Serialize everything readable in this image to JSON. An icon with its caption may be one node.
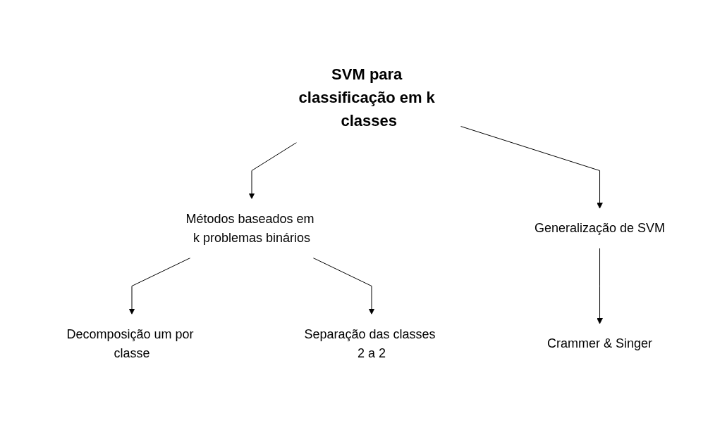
{
  "diagram": {
    "nodes": [
      {
        "text": [
          "SVM para classificação em k classes"
        ]
      },
      {
        "text": [
          "Métodos baseados em k problemas binários"
        ]
      },
      {
        "text": [
          "Generalização de SVM"
        ]
      },
      {
        "text": [
          "Decomposição um por classe"
        ]
      },
      {
        "text": [
          "Separação das classes 2 a 2"
        ]
      },
      {
        "text": [
          "Crammer & Singer"
        ]
      }
    ],
    "edges": [
      {
        "from": 0,
        "to": 1,
        "arrow": "to"
      },
      {
        "from": 0,
        "to": 2,
        "arrow": "to"
      },
      {
        "from": 1,
        "to": 3,
        "arrow": "to"
      },
      {
        "from": 1,
        "to": 4,
        "arrow": "to"
      },
      {
        "from": 2,
        "to": 5,
        "arrow": "to"
      }
    ]
  }
}
